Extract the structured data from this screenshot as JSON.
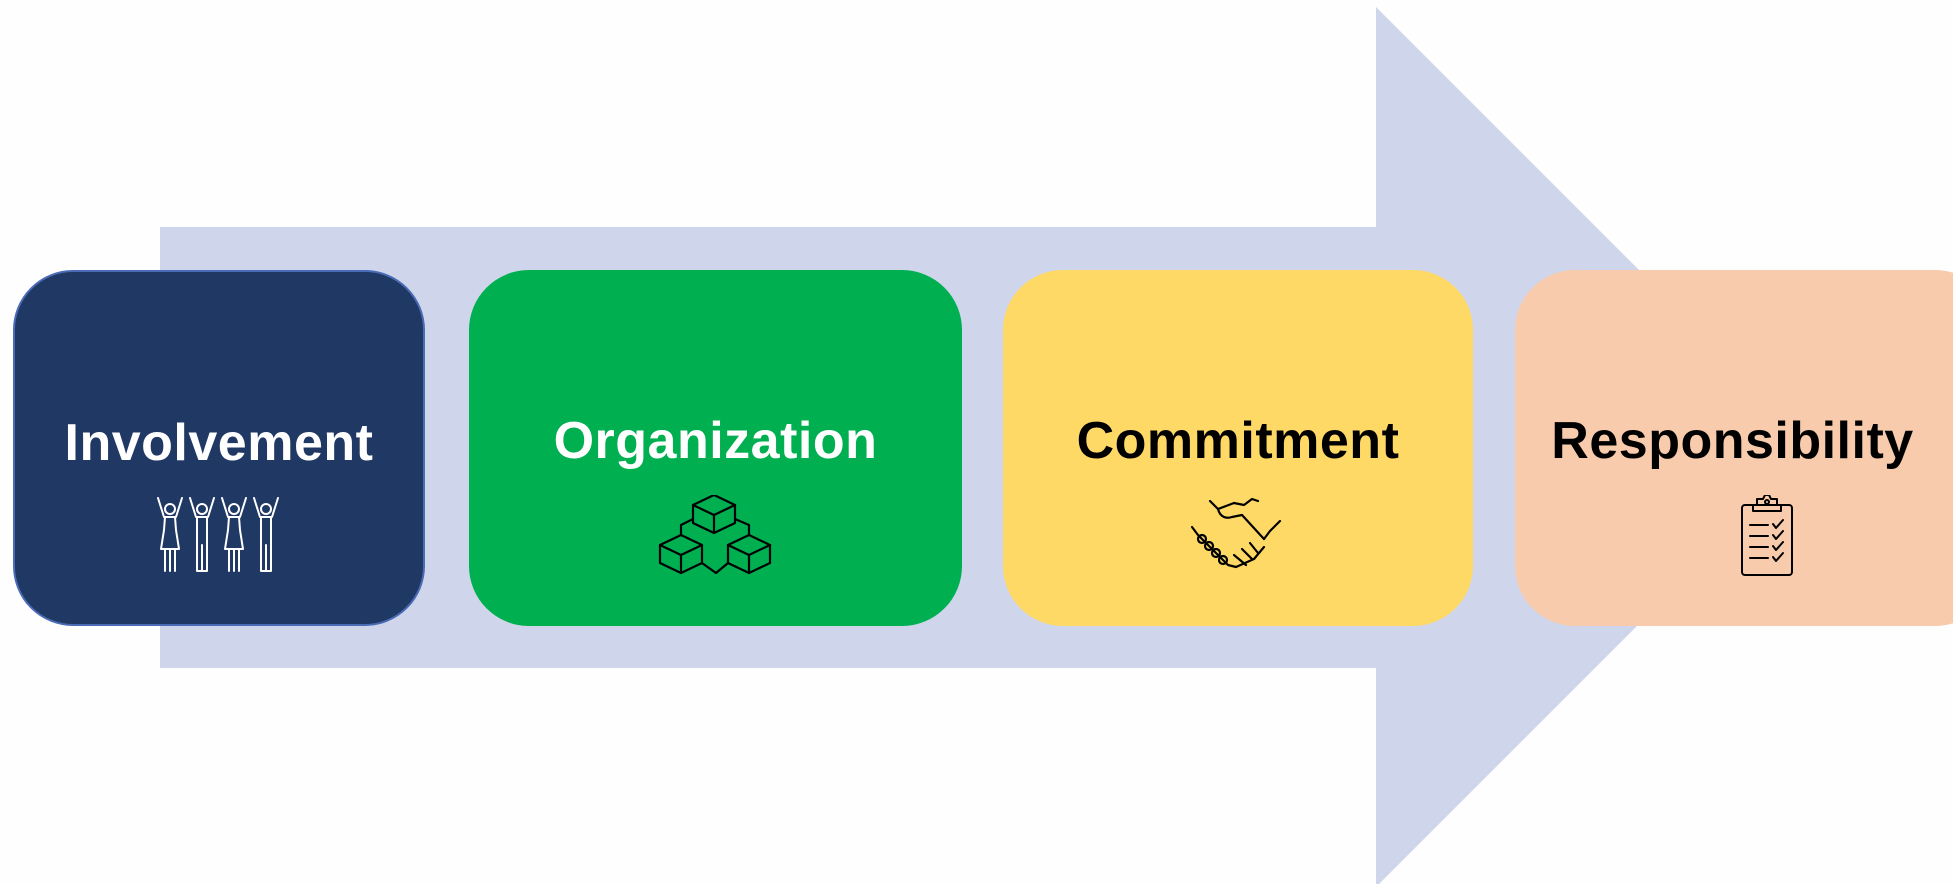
{
  "colors": {
    "background": "#fefefe",
    "arrow": "#cfd5ea",
    "involvement": "#203864",
    "organization": "#00b050",
    "commitment": "#ffd966",
    "responsibility": "#f8cbad"
  },
  "steps": [
    {
      "label": "Involvement",
      "icon": "people-cheering-icon"
    },
    {
      "label": "Organization",
      "icon": "stacked-boxes-icon"
    },
    {
      "label": "Commitment",
      "icon": "handshake-icon"
    },
    {
      "label": "Responsibility",
      "icon": "clipboard-checklist-icon"
    }
  ]
}
